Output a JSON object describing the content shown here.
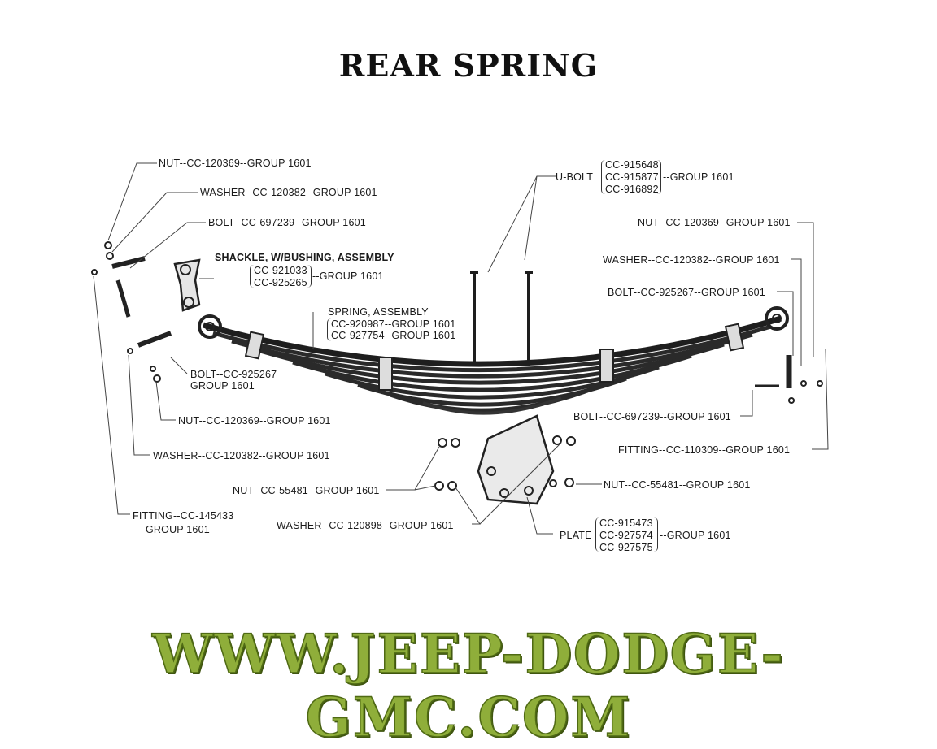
{
  "title": "REAR SPRING",
  "labels": {
    "nut_tl": "NUT--CC-120369--GROUP 1601",
    "washer_tl": "WASHER--CC-120382--GROUP 1601",
    "bolt_tl": "BOLT--CC-697239--GROUP 1601",
    "shackle": "SHACKLE, W/BUSHING, ASSEMBLY",
    "shackle_p1": "CC-921033",
    "shackle_p2": "CC-925265",
    "shackle_group": "--GROUP 1601",
    "spring": "SPRING, ASSEMBLY",
    "spring_p1": "CC-920987--GROUP 1601",
    "spring_p2": "CC-927754--GROUP 1601",
    "ubolt": "U-BOLT",
    "ubolt_p1": "CC-915648",
    "ubolt_p2": "CC-915877",
    "ubolt_p3": "CC-916892",
    "ubolt_group": "--GROUP 1601",
    "nut_tr": "NUT--CC-120369--GROUP 1601",
    "washer_tr": "WASHER--CC-120382--GROUP 1601",
    "bolt_tr": "BOLT--CC-925267--GROUP 1601",
    "bolt_ml1": "BOLT--CC-925267",
    "bolt_ml2": "GROUP 1601",
    "nut_ml": "NUT--CC-120369--GROUP 1601",
    "washer_ml": "WASHER--CC-120382--GROUP 1601",
    "fitting_l1": "FITTING--CC-145433",
    "fitting_l2": "GROUP 1601",
    "bolt_rr": "BOLT--CC-697239--GROUP 1601",
    "fitting_r": "FITTING--CC-110309--GROUP 1601",
    "nut_bl": "NUT--CC-55481--GROUP 1601",
    "nut_br": "NUT--CC-55481--GROUP 1601",
    "washer_b": "WASHER--CC-120898--GROUP 1601",
    "plate": "PLATE",
    "plate_p1": "CC-915473",
    "plate_p2": "CC-927574",
    "plate_p3": "CC-927575",
    "plate_group": "--GROUP 1601"
  },
  "footer": "WWW.JEEP-DODGE-GMC.COM",
  "colors": {
    "footer_fill": "#8fae3a",
    "footer_stroke": "#4f6a14",
    "ink": "#1a1a1a"
  }
}
